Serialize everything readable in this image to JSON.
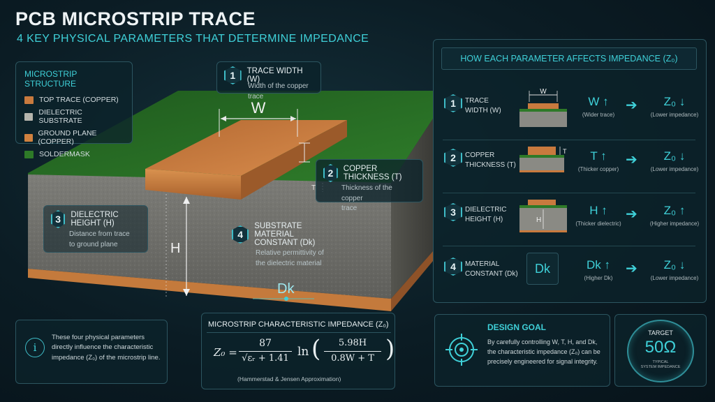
{
  "title": "PCB MICROSTRIP TRACE",
  "subtitle": "4 KEY PHYSICAL PARAMETERS THAT DETERMINE IMPEDANCE",
  "legend": {
    "title": "MICROSTRIP STRUCTURE",
    "items": [
      {
        "label": "TOP TRACE (COPPER)",
        "color": "#c87a3e"
      },
      {
        "label": "DIELECTRIC SUBSTRATE",
        "color": "#b5b5ad"
      },
      {
        "label": "GROUND PLANE (COPPER)",
        "color": "#d0813f"
      },
      {
        "label": "SOLDERMASK",
        "color": "#2e7a28"
      }
    ]
  },
  "callouts": {
    "c1": {
      "num": "1",
      "label": "TRACE WIDTH (W)",
      "desc": "Width of the copper trace"
    },
    "c2": {
      "num": "2",
      "label": "COPPER THICKNESS (T)",
      "desc1": "Thickness of the copper",
      "desc2": "trace"
    },
    "c3": {
      "num": "3",
      "label": "DIELECTRIC HEIGHT (H)",
      "desc1": "Distance from trace",
      "desc2": "to ground plane"
    },
    "c4": {
      "num": "4",
      "label1": "SUBSTRATE MATERIAL",
      "label2": "CONSTANT (Dk)",
      "desc1": "Relative permittivity of",
      "desc2": "the dielectric material"
    }
  },
  "diagram_labels": {
    "w": "W",
    "t": "T",
    "h": "H",
    "dk": "Dk"
  },
  "effects": {
    "title": "HOW EACH PARAMETER AFFECTS IMPEDANCE (Z₀)",
    "rows": [
      {
        "num": "1",
        "label1": "TRACE",
        "label2": "WIDTH (W)",
        "icon_label": "W",
        "param": "W ↑",
        "param_note": "(Wider trace)",
        "result": "Z₀ ↓",
        "result_note": "(Lower impedance)"
      },
      {
        "num": "2",
        "label1": "COPPER",
        "label2": "THICKNESS (T)",
        "icon_label": "T",
        "param": "T ↑",
        "param_note": "(Thicker copper)",
        "result": "Z₀ ↓",
        "result_note": "(Lower impedance)"
      },
      {
        "num": "3",
        "label1": "DIELECTRIC",
        "label2": "HEIGHT (H)",
        "icon_label": "H",
        "param": "H ↑",
        "param_note": "(Thicker dielectric)",
        "result": "Z₀ ↑",
        "result_note": "(Higher impedance)"
      },
      {
        "num": "4",
        "label1": "MATERIAL",
        "label2": "CONSTANT (Dk)",
        "icon_label": "Dk",
        "param": "Dk ↑",
        "param_note": "(Higher Dk)",
        "result": "Z₀ ↓",
        "result_note": "(Lower impedance)"
      }
    ]
  },
  "info": {
    "line1": "These four physical parameters",
    "line2": "directly influence the characteristic",
    "line3": "impedance (Z₀) of the microstrip line."
  },
  "formula": {
    "title": "MICROSTRIP CHARACTERISTIC IMPEDANCE (Z₀)",
    "lhs": "Z₀ =",
    "num": "87",
    "den": "√εᵣ + 1.41",
    "ln": "ln",
    "inner_num": "5.98H",
    "inner_den": "0.8W + T",
    "note": "(Hammerstad & Jensen Approximation)"
  },
  "design_goal": {
    "title": "DESIGN GOAL",
    "line1": "By carefully controlling W, T, H, and Dk,",
    "line2": "the characteristic impedance (Z₀) can be",
    "line3": "precisely engineered for signal integrity."
  },
  "target": {
    "label": "TARGET",
    "value": "50Ω",
    "sub1": "TYPICAL",
    "sub2": "SYSTEM IMPEDANCE"
  },
  "colors": {
    "accent": "#3fd0d8",
    "copper": "#c87a3e",
    "soldermask": "#2e7a28",
    "substrate": "#8a8a84"
  }
}
